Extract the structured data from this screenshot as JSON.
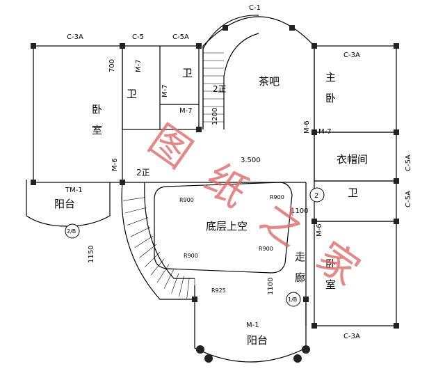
{
  "rooms": {
    "bedroom_left_1": "卧",
    "bedroom_left_2": "室",
    "bath_left": "卫",
    "bath_top": "卫",
    "tea_bar": "茶吧",
    "master_1": "主",
    "master_2": "卧",
    "cloakroom": "衣帽间",
    "bath_right": "卫",
    "void": "底层上空",
    "corridor_1": "走",
    "corridor_2": "廊",
    "bedroom_right_1": "卧",
    "bedroom_right_2": "室",
    "balcony_left": "阳台",
    "balcony_bottom": "阳台"
  },
  "codes": {
    "c1": "C-1",
    "c3a_top_left": "C-3A",
    "c5": "C-5",
    "c5a_top": "C-5A",
    "c3a_top_right": "C-3A",
    "m7_a": "M-7",
    "m7_b": "M-7",
    "m7_c": "M-7",
    "m7_d": "M-7",
    "m6_a": "M-6",
    "m6_b": "M-6",
    "m6_c": "M-6",
    "c5a_right_1": "C-5A",
    "c5a_right_2": "C-5A",
    "tm1": "TM-1",
    "m1": "M-1",
    "c3a_bottom": "C-3A"
  },
  "dims": {
    "d700": "700",
    "d1200": "1200",
    "d1150": "1150",
    "d1100_a": "1100",
    "d1100_b": "1100",
    "elev": "3.500",
    "r1": "R900",
    "r2": "R900",
    "r3": "R900",
    "r4": "R900",
    "r5": "R925"
  },
  "stairs": {
    "up_top": "2正",
    "up_left": "2正"
  },
  "markers": {
    "axis_2b": "2/B",
    "axis_1b": "1/B",
    "axis_2": "2"
  },
  "watermark": "图纸之家"
}
